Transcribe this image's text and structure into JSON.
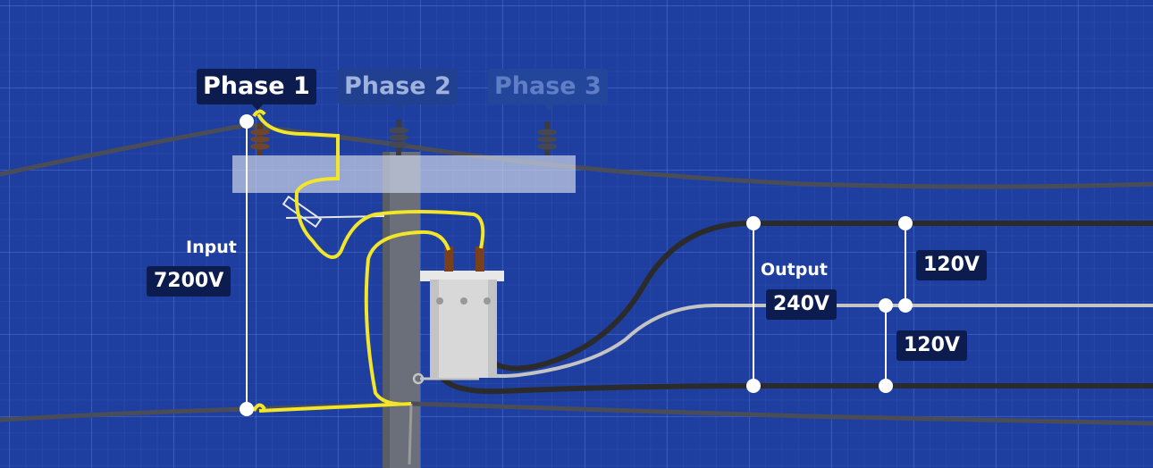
{
  "phases": [
    {
      "label": "Phase 1",
      "state": "active"
    },
    {
      "label": "Phase 2",
      "state": "dimmed"
    },
    {
      "label": "Phase 3",
      "state": "faded"
    }
  ],
  "input": {
    "label": "Input",
    "voltage": "7200V"
  },
  "output": {
    "label": "Output",
    "voltage": "240V"
  },
  "split_phase": {
    "upper_voltage": "120V",
    "lower_voltage": "120V"
  },
  "icons": {
    "insulator": "insulator-icon",
    "transformer": "transformer-icon",
    "cutout": "fuse-cutout-icon"
  },
  "colors": {
    "background": "#1f3fa0",
    "primary_wire": "#f2e52a",
    "active_label_bg": "#0d1c4f",
    "measure_line": "#ffffff",
    "neutral_wire": "#c4c4c4",
    "hot_wire": "#2b2b2b",
    "transformer_body": "#d8d8d8"
  }
}
